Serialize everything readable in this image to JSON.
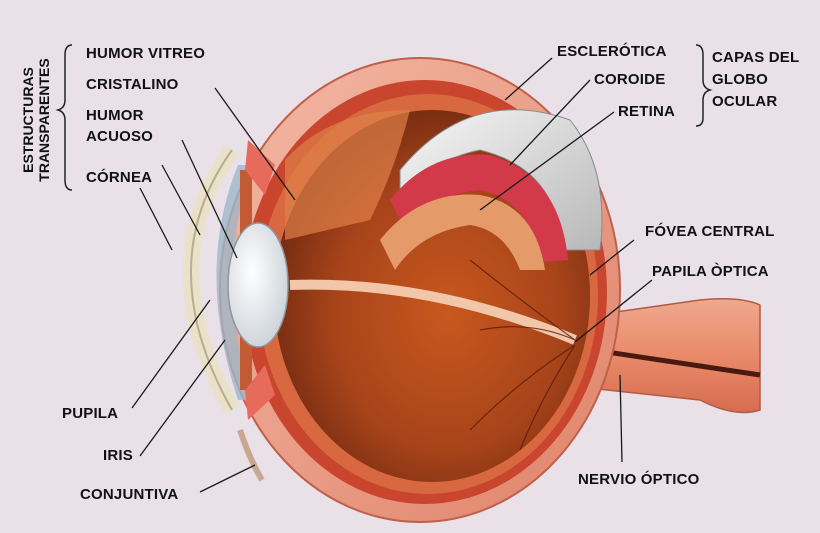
{
  "labels": {
    "humor_vitreo": "HUMOR VITREO",
    "cristalino": "CRISTALINO",
    "humor_acuoso_1": "HUMOR",
    "humor_acuoso_2": "ACUOSO",
    "cornea": "CÓRNEA",
    "pupila": "PUPILA",
    "iris": "IRIS",
    "conjuntiva": "CONJUNTIVA",
    "esclerotica": "ESCLERÓTICA",
    "coroide": "COROIDE",
    "retina": "RETINA",
    "fovea_central": "FÓVEA CENTRAL",
    "papila_optica": "PAPILA ÒPTICA",
    "nervio_optico": "NERVIO ÓPTICO"
  },
  "groups": {
    "estructuras_1": "ESTRUCTURAS",
    "estructuras_2": "TRANSPARENTES",
    "capas_1": "CAPAS DEL",
    "capas_2": "GLOBO",
    "capas_3": "OCULAR"
  }
}
